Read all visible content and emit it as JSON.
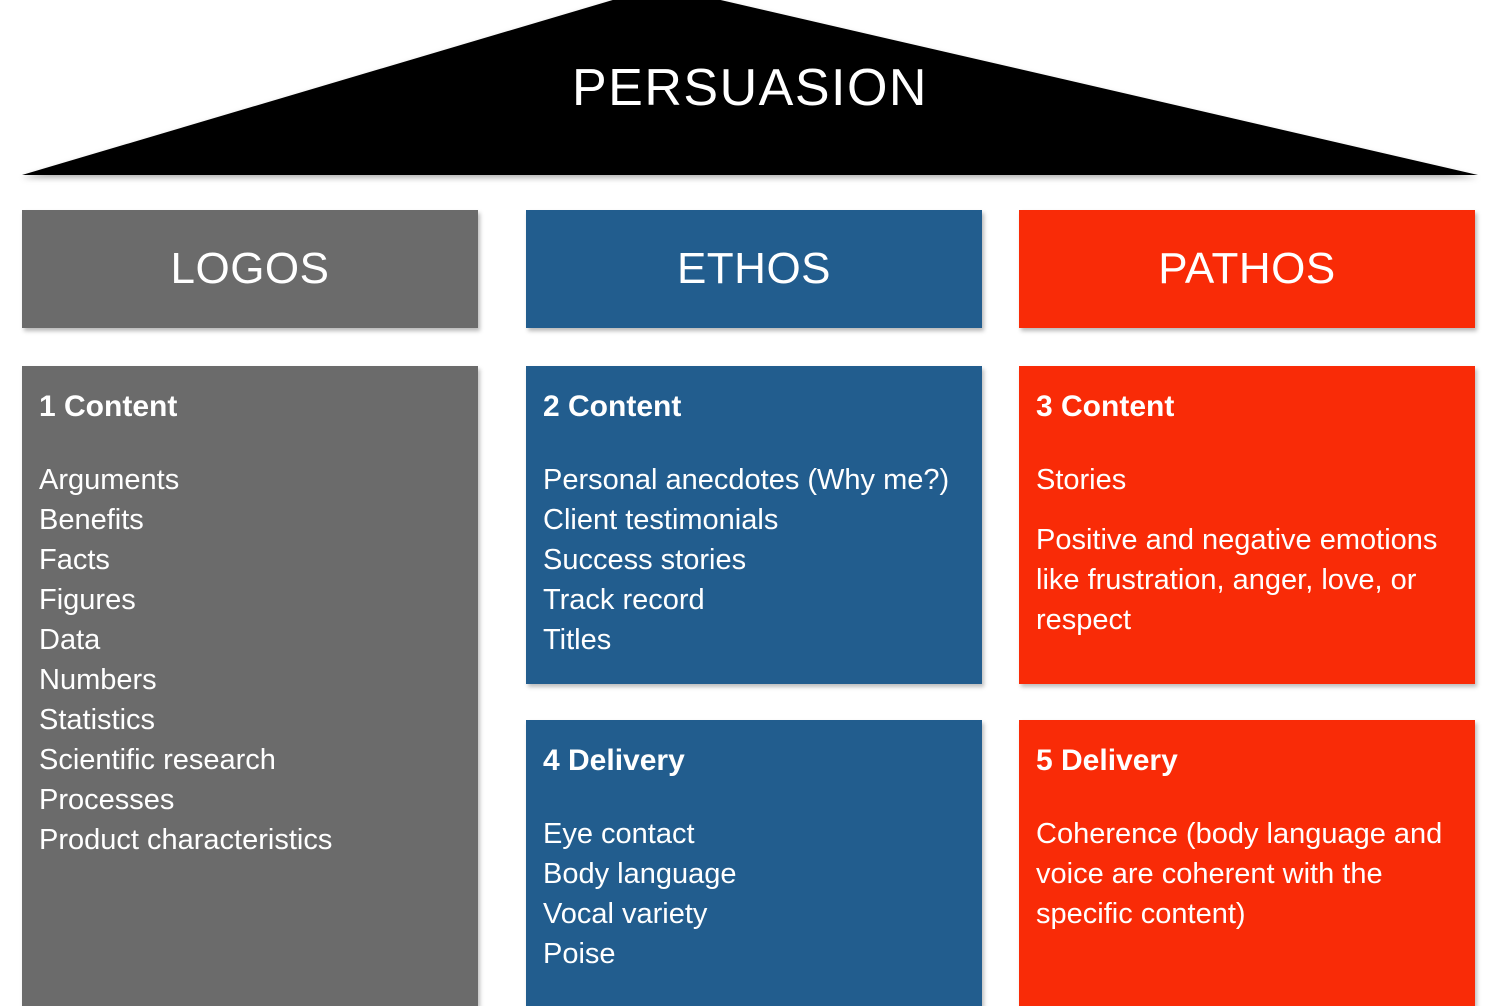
{
  "diagram": {
    "title": "PERSUASION",
    "roof_color": "#000000",
    "columns": [
      {
        "name": "logos",
        "header": "LOGOS",
        "color": "#6b6b6b",
        "panels": [
          {
            "heading": "1 Content",
            "items": [
              "Arguments",
              "Benefits",
              "Facts",
              "Figures",
              "Data",
              "Numbers",
              "Statistics",
              "Scientific research",
              "Processes",
              "Product characteristics"
            ]
          }
        ]
      },
      {
        "name": "ethos",
        "header": "ETHOS",
        "color": "#225d8e",
        "panels": [
          {
            "heading": "2 Content",
            "items": [
              "Personal anecdotes (Why me?)",
              "Client testimonials",
              "Success stories",
              "Track record",
              "Titles"
            ]
          },
          {
            "heading": "4 Delivery",
            "items": [
              "Eye contact",
              "Body language",
              "Vocal variety",
              "Poise"
            ]
          }
        ]
      },
      {
        "name": "pathos",
        "header": "PATHOS",
        "color": "#f92b07",
        "panels": [
          {
            "heading": "3 Content",
            "paragraphs": [
              "Stories",
              "Positive and negative emotions like frustration, anger, love, or respect"
            ]
          },
          {
            "heading": "5 Delivery",
            "paragraphs": [
              "Coherence (body language and voice are coherent with the specific content)"
            ]
          }
        ]
      }
    ]
  }
}
